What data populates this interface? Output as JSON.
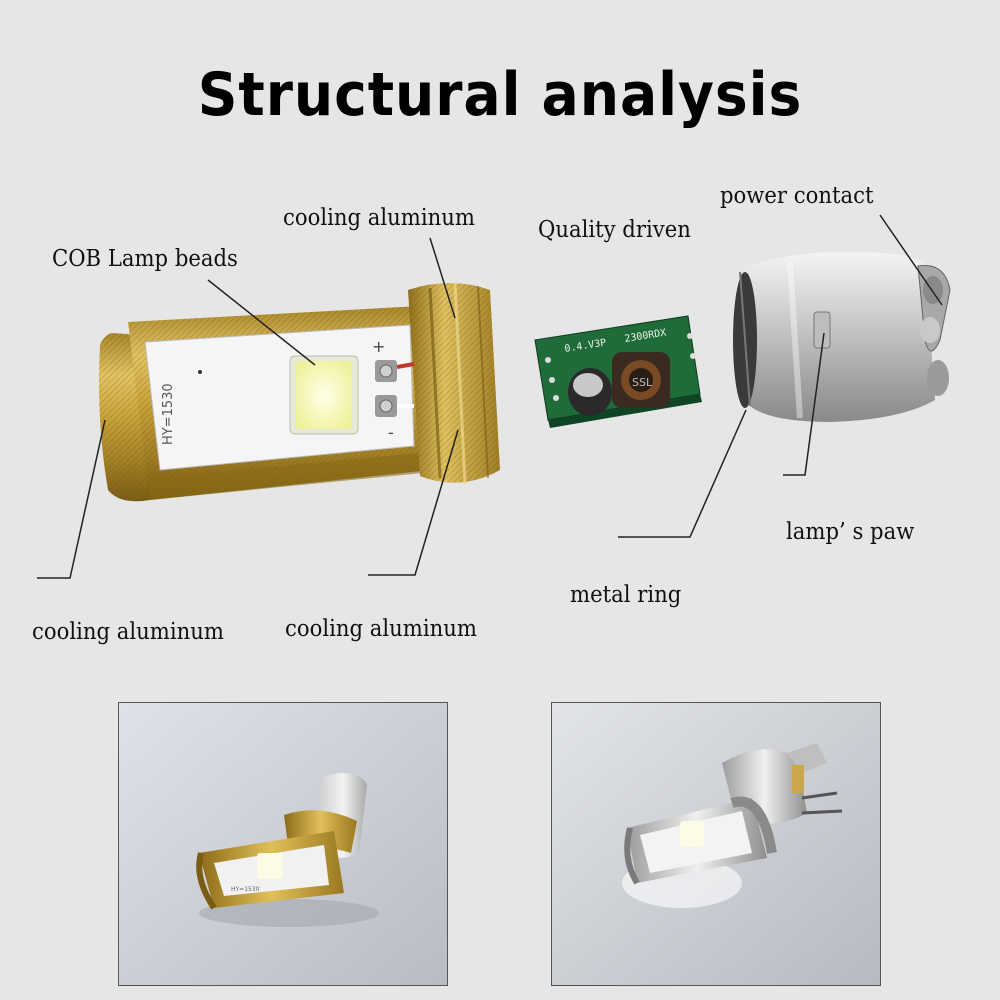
{
  "title": "Structural analysis",
  "labels": {
    "cob_lamp_beads": "COB Lamp beads",
    "cooling_aluminum_top": "cooling aluminum",
    "quality_driven": "Quality driven",
    "power_contact": "power contact",
    "lamps_paw": "lamp’ s paw",
    "metal_ring": "metal ring",
    "cooling_aluminum_left": "cooling aluminum",
    "cooling_aluminum_center": "cooling aluminum"
  },
  "board_markings": {
    "model": "HY=1530",
    "plus": "+",
    "minus": "-",
    "pcb_text_left": "0.4.V3P",
    "pcb_text_right": "2300RDX",
    "inductor_text": "SSL",
    "photo_board_text": "HY=1530"
  },
  "colors": {
    "background": "#e6e6e6",
    "gold": "#c9a43a",
    "gold_dark": "#8a6a18",
    "pcb_green": "#1f6b3a",
    "led_yellow": "#f4f7a8",
    "silver": "#c8c8c8"
  }
}
